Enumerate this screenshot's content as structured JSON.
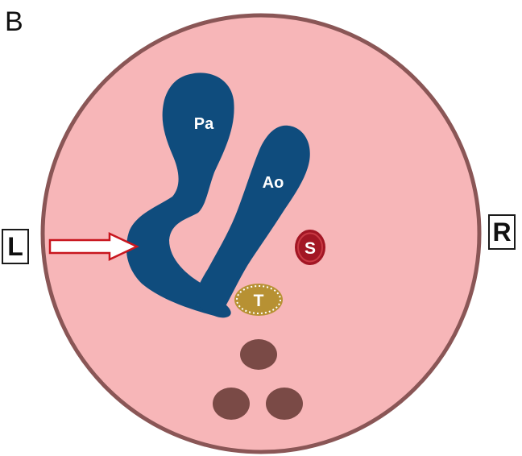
{
  "panel": {
    "label": "B"
  },
  "orientation": {
    "left": "L",
    "right": "R"
  },
  "structures": {
    "pa": {
      "label": "Pa"
    },
    "ao": {
      "label": "Ao"
    },
    "s": {
      "label": "S"
    },
    "t": {
      "label": "T"
    }
  },
  "colors": {
    "body_fill": "#f7b6b8",
    "body_stroke": "#8a5656",
    "vessel": "#0f4c7d",
    "s_fill": "#a21624",
    "t_fill": "#b79133",
    "dark_ovals": "#7a4a46"
  },
  "icons": {
    "arrow": "hollow-arrow-right-icon"
  }
}
